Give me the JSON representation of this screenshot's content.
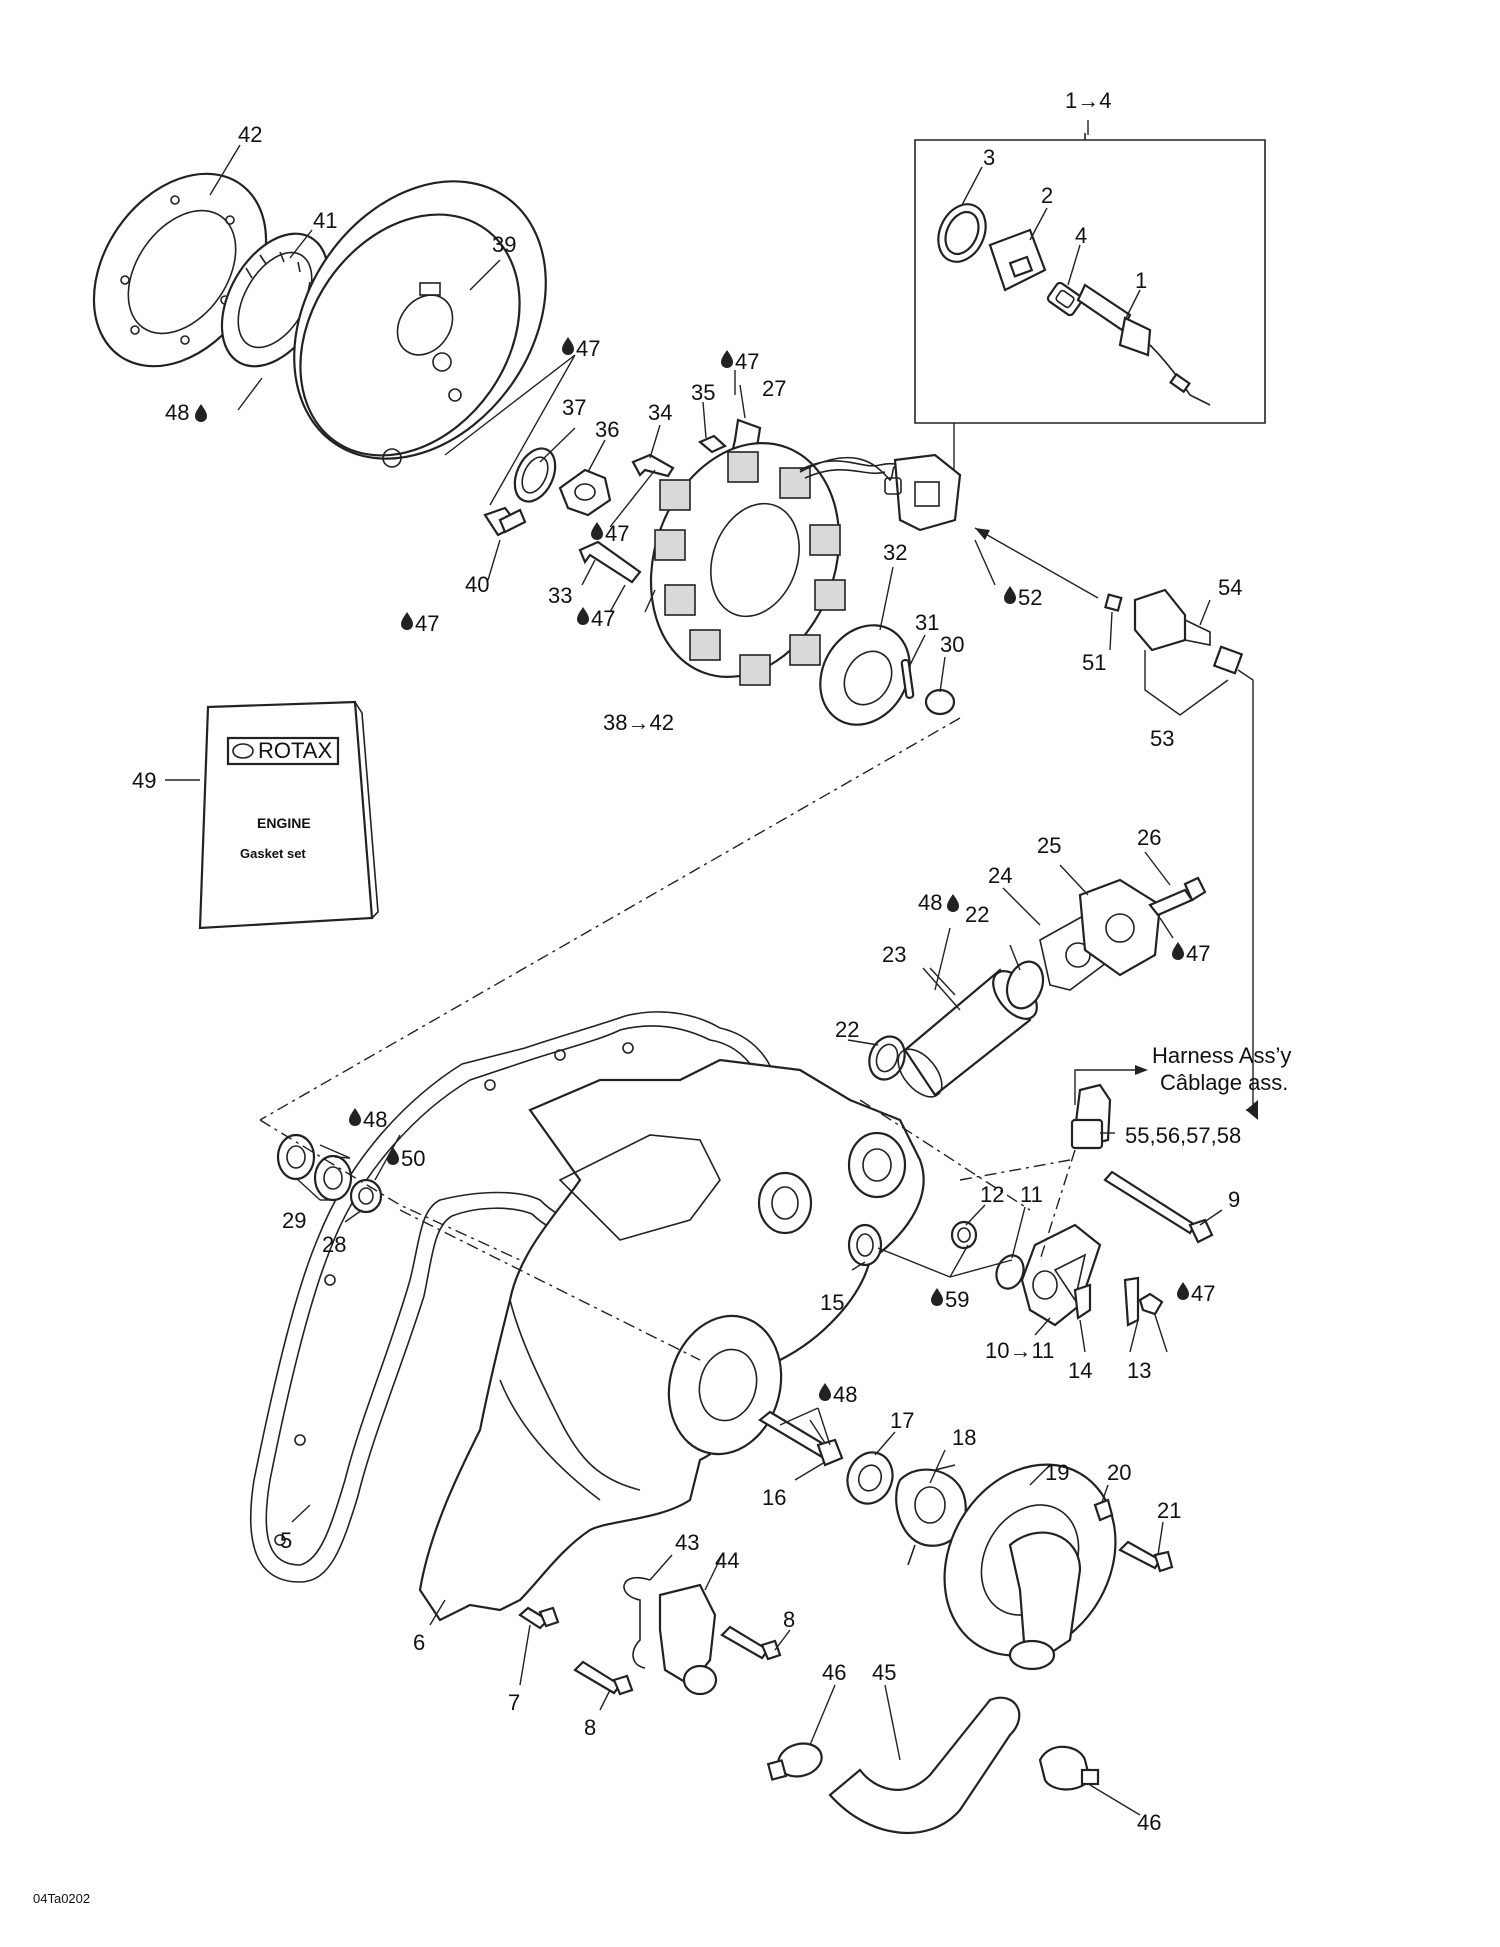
{
  "diagram_code": "04Ta0202",
  "labels": {
    "l1": "1",
    "l2": "2",
    "l3": "3",
    "l4": "4",
    "l1to4": "1→4",
    "l5": "5",
    "l6": "6",
    "l7": "7",
    "l8a": "8",
    "l8b": "8",
    "l9": "9",
    "l10to11": "10→11",
    "l11": "11",
    "l12": "12",
    "l13": "13",
    "l14": "14",
    "l15": "15",
    "l16": "16",
    "l17": "17",
    "l18": "18",
    "l19": "19",
    "l20": "20",
    "l21": "21",
    "l22a": "22",
    "l22b": "22",
    "l23": "23",
    "l24": "24",
    "l25": "25",
    "l26": "26",
    "l27": "27",
    "l28": "28",
    "l29": "29",
    "l30": "30",
    "l31": "31",
    "l32": "32",
    "l33": "33",
    "l34": "34",
    "l35": "35",
    "l36": "36",
    "l37": "37",
    "l38to42": "38→42",
    "l39": "39",
    "l40": "40",
    "l41": "41",
    "l42": "42",
    "l43": "43",
    "l44": "44",
    "l45": "45",
    "l46a": "46",
    "l46b": "46",
    "l49": "49",
    "l51": "51",
    "l53": "53",
    "l54": "54",
    "l55to58": "55,56,57,58"
  },
  "lube_refs": {
    "r47a": "47",
    "r47b": "47",
    "r47c": "47",
    "r47d": "47",
    "r47e": "47",
    "r47f": "47",
    "r47g": "47",
    "r48a": "48",
    "r48b": "48",
    "r48c": "48",
    "r48d": "48",
    "r50": "50",
    "r52": "52",
    "r59": "59"
  },
  "manual": {
    "brand": "ROTAX",
    "line1": "ENGINE",
    "line2": "Gasket set"
  },
  "harness": {
    "line1": "Harness Ass’y",
    "line2": "Câblage ass."
  }
}
